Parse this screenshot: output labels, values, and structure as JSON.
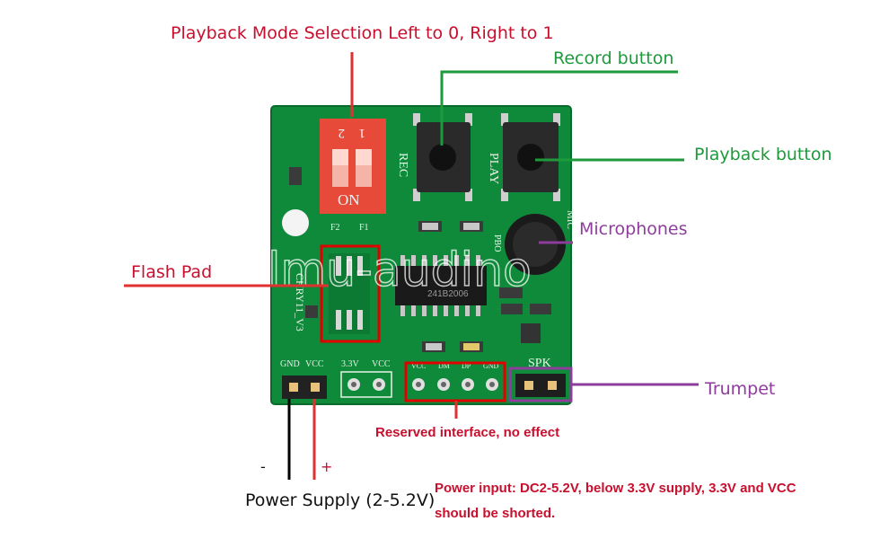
{
  "annotations": {
    "playback_mode": "Playback Mode Selection Left to 0, Right to 1",
    "record_button": "Record button",
    "playback_button": "Playback button",
    "microphones": "Microphones",
    "flash_pad": "Flash Pad",
    "trumpet": "Trumpet",
    "reserved": "Reserved interface, no effect",
    "power_supply": "Power Supply (2-5.2V)",
    "power_input_line1": "Power input: DC2-5.2V, below 3.3V supply, 3.3V and VCC",
    "power_input_line2": "should be shorted.",
    "minus": "-",
    "plus": "+"
  },
  "board": {
    "rec": "REC",
    "play": "PLAY",
    "mic": "MIC",
    "on": "ON",
    "switch_1": "1",
    "switch_2": "2",
    "f1": "F1",
    "f2": "F2",
    "chip_label": "241B2006",
    "pbo": "PBO",
    "model": "CHRY11_V3",
    "gnd": "GND",
    "vcc": "VCC",
    "v33": "3.3V",
    "vcc2": "VCC",
    "spk": "SPK",
    "reserved_pins": [
      "VCC",
      "DM",
      "DP",
      "GND"
    ],
    "watermark": "lmu-audino"
  },
  "colors": {
    "pcb": "#0f8a3a",
    "annotation_red": "#c8102e",
    "annotation_green": "#1e9a3c",
    "annotation_purple": "#8e3d9c"
  }
}
